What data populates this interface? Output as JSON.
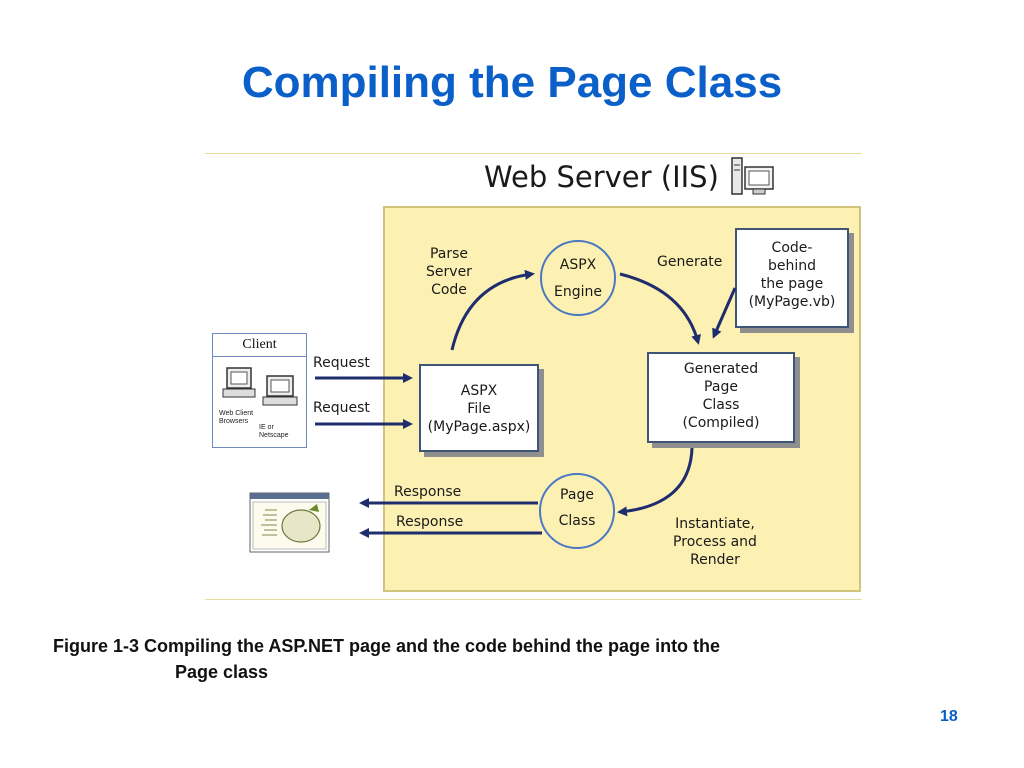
{
  "title": "Compiling the Page Class",
  "server_title": "Web Server (IIS)",
  "client": {
    "heading": "Client",
    "browsers_label": "Web Client Browsers",
    "ie_label": "IE or Netscape"
  },
  "nodes": {
    "aspx_engine": [
      "ASPX",
      "Engine"
    ],
    "codebehind": [
      "Code-",
      "behind",
      "the page",
      "(MyPage.vb)"
    ],
    "aspx_file": [
      "ASPX",
      "File",
      "(MyPage.aspx)"
    ],
    "generated": [
      "Generated",
      "Page",
      "Class",
      "(Compiled)"
    ],
    "page_class": [
      "Page",
      "Class"
    ]
  },
  "edge_labels": {
    "parse": [
      "Parse",
      "Server",
      "Code"
    ],
    "generate": "Generate",
    "request1": "Request",
    "request2": "Request",
    "response1": "Response",
    "response2": "Response",
    "instantiate": [
      "Instantiate,",
      "Process and",
      "Render"
    ]
  },
  "caption": {
    "line1": "Figure 1-3 Compiling the ASP.NET page and the code behind the page into the",
    "line2": "Page class"
  },
  "page_number": "18",
  "colors": {
    "title": "#0a5fc8",
    "panel": "#fcf1b3",
    "arrow": "#1f2d6e",
    "circle_border": "#4a78c2"
  }
}
